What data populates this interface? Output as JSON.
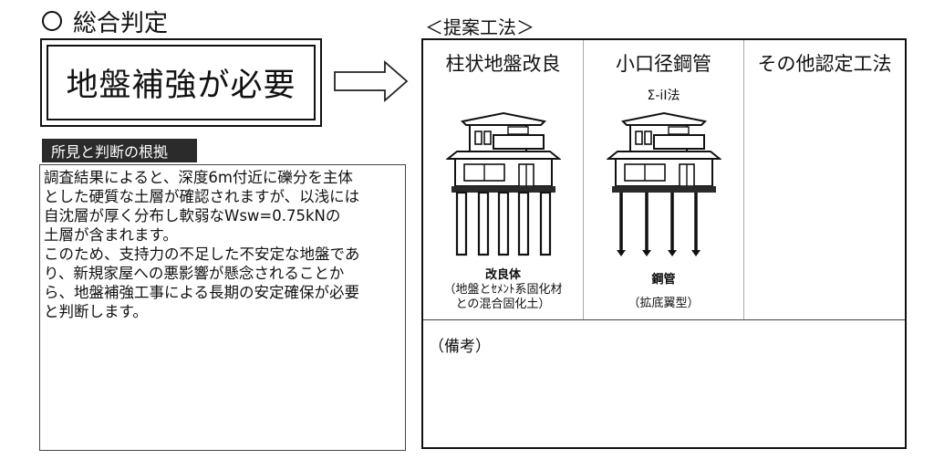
{
  "section_title": "総合判定",
  "verdict": "地盤補強が必要",
  "basis": {
    "label": "所見と判断の根拠",
    "text": "調査結果によると、深度6m付近に礫分を主体\nとした硬質な土層が確認されますが、以浅には\n自沈層が厚く分布し軟弱なWsw=0.75kNの\n土層が含まれます。\nこのため、支持力の不足した不安定な地盤であ\nり、新規家屋への悪影響が懸念されることか\nら、地盤補強工事による長期の安定確保が必要\nと判断します。"
  },
  "proposal": {
    "label": "＜提案工法＞",
    "methods": [
      {
        "title": "柱状地盤改良",
        "caption_main": "改良体",
        "caption_sub1": "（地盤とｾﾒﾝﾄ系固化材",
        "caption_sub2": "との混合固化土）"
      },
      {
        "title": "小口径鋼管",
        "subtitle": "Σ-iΙ法",
        "caption_main": "鋼管",
        "caption_sub1": "（拡底翼型）"
      },
      {
        "title": "その他認定工法"
      }
    ],
    "remarks_label": "（備考）"
  }
}
